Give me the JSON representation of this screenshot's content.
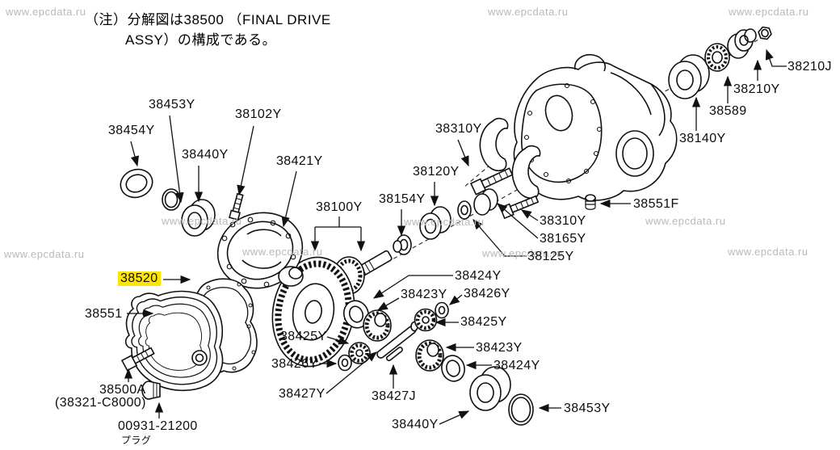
{
  "note": {
    "line1": "（注）分解図は38500 （FINAL DRIVE",
    "line2": "ASSY）の構成である。"
  },
  "watermark": "www.epcdata.ru",
  "highlight": {
    "part": "38520",
    "color": "#ffe600"
  },
  "parts": {
    "p38453y_top": "38453Y",
    "p38454y": "38454Y",
    "p38440y_top": "38440Y",
    "p38102y": "38102Y",
    "p38421y": "38421Y",
    "p38100y": "38100Y",
    "p38154y": "38154Y",
    "p38120y": "38120Y",
    "p38310y_top": "38310Y",
    "p38210j": "38210J",
    "p38210y": "38210Y",
    "p38589": "38589",
    "p38140y": "38140Y",
    "p38551f": "38551F",
    "p38310y_low": "38310Y",
    "p38165y": "38165Y",
    "p38125y": "38125Y",
    "p38520": "38520",
    "p38551": "38551",
    "p38424y_a": "38424Y",
    "p38423y_a": "38423Y",
    "p38426y_a": "38426Y",
    "p38425y_a": "38425Y",
    "p38423y_b": "38423Y",
    "p38424y_b": "38424Y",
    "p38425y_b": "38425Y",
    "p38426y_b": "38426Y",
    "p38427y": "38427Y",
    "p38427j": "38427J",
    "p38440y_b": "38440Y",
    "p38453y_b": "38453Y",
    "p38500a": "38500A",
    "p38321c8000": "(38321-C8000)",
    "p00931_21200": "00931-21200",
    "plug_caption": "プラグ"
  }
}
